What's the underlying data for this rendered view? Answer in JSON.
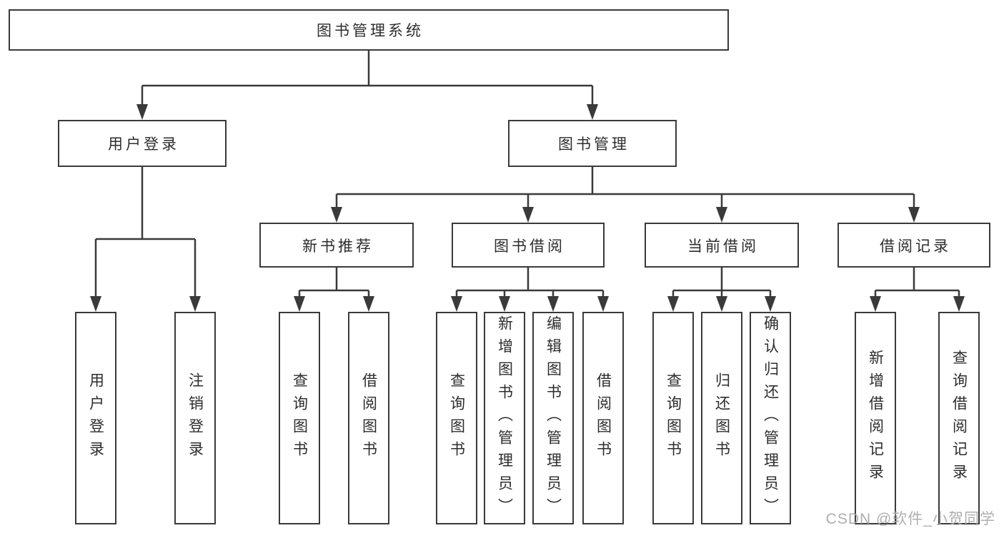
{
  "diagram": {
    "title": "图书管理系统",
    "tree": {
      "root": {
        "label": "图书管理系统"
      },
      "level2": [
        {
          "label": "用户登录",
          "leaves": [
            "用户登录",
            "注销登录"
          ]
        },
        {
          "label": "图书管理",
          "groups": [
            {
              "label": "新书推荐",
              "leaves": [
                "查询图书",
                "借阅图书"
              ]
            },
            {
              "label": "图书借阅",
              "leaves": [
                "查询图书",
                "新增图书（管理员）",
                "编辑图书（管理员）",
                "借阅图书"
              ]
            },
            {
              "label": "当前借阅",
              "leaves": [
                "查询图书",
                "归还图书",
                "确认归还（管理员）"
              ]
            },
            {
              "label": "借阅记录",
              "leaves": [
                "新增借阅记录",
                "查询借阅记录"
              ]
            }
          ]
        }
      ]
    },
    "colors": {
      "line": "#3a3a3a",
      "box_border": "#3a3a3a",
      "text": "#2d2d2d",
      "background": "#ffffff",
      "watermark": "#a8a8a8"
    }
  },
  "watermark": "CSDN @软件_小贺同学"
}
